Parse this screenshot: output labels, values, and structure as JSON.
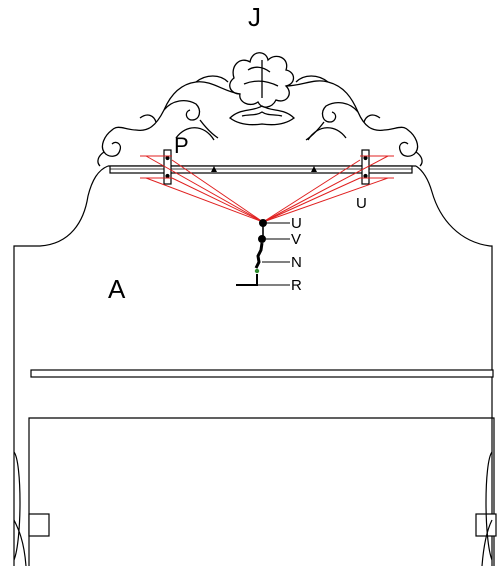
{
  "labels": {
    "crest": "J",
    "left_bracket": "P",
    "right_bracket": "U",
    "hook_u": "U",
    "hook_v": "V",
    "hook_n": "N",
    "hook_r": "R",
    "panel": "A"
  },
  "colors": {
    "line": "#000000",
    "wire": "#e02020",
    "marker": "#2e8b2e",
    "background": "#ffffff"
  }
}
